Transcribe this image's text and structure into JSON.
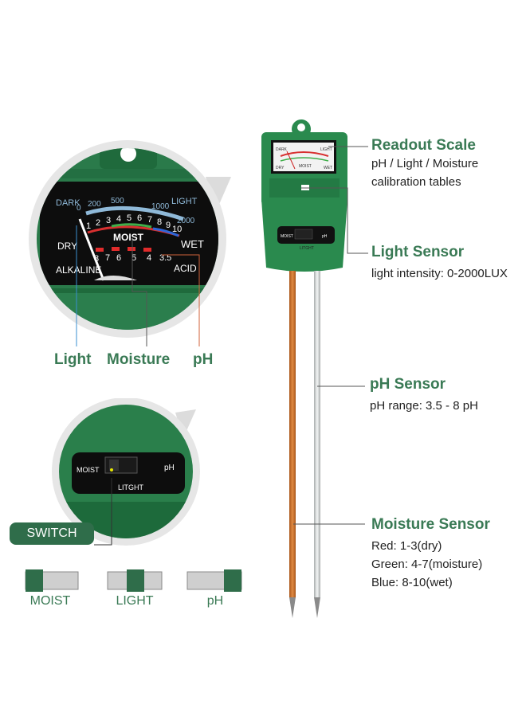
{
  "gauge_zoom": {
    "dark": "DARK",
    "light": "LIGHT",
    "light_ticks": [
      "0",
      "200",
      "500",
      "1000",
      "2000"
    ],
    "moist_ticks": [
      "1",
      "2",
      "3",
      "4",
      "5",
      "6",
      "7",
      "8",
      "9",
      "10"
    ],
    "dry": "DRY",
    "moist": "MOIST",
    "wet": "WET",
    "ph_ticks": [
      "8",
      "7",
      "6",
      "5",
      "4",
      "3.5"
    ],
    "alkaline": "ALKALINE",
    "acid": "ACID"
  },
  "callouts": {
    "light": "Light",
    "moisture": "Moisture",
    "ph": "pH"
  },
  "switch_zoom": {
    "moist": "MOIST",
    "ph": "pH",
    "litght": "LITGHT",
    "tag": "SWITCH"
  },
  "switch_positions": [
    {
      "label": "MOIST"
    },
    {
      "label": "LIGHT"
    },
    {
      "label": "pH"
    }
  ],
  "device": {
    "mini_dark": "DARK",
    "mini_light": "LIGHT",
    "mini_dry": "DRY",
    "mini_moist": "MOIST",
    "mini_wet": "WET",
    "switch_moist": "MOIST",
    "switch_ph": "pH",
    "switch_litght": "LITGHT"
  },
  "features": {
    "readout": {
      "title": "Readout Scale",
      "lines": [
        "pH / Light / Moisture",
        "calibration tables"
      ]
    },
    "light_sensor": {
      "title": "Light Sensor",
      "lines": [
        "light intensity: 0-2000LUX"
      ]
    },
    "ph_sensor": {
      "title": "pH Sensor",
      "lines": [
        "pH range: 3.5 - 8 pH"
      ]
    },
    "moisture_sensor": {
      "title": "Moisture Sensor",
      "lines": [
        "Red: 1-3(dry)",
        "Green: 4-7(moisture)",
        "Blue: 8-10(wet)"
      ]
    }
  },
  "colors": {
    "brand_green": "#2f6d4a",
    "title_green": "#3a7a55",
    "device_green": "#2a8a4e",
    "probe_copper": "#d0772f",
    "probe_silver": "#d9dcdc"
  }
}
